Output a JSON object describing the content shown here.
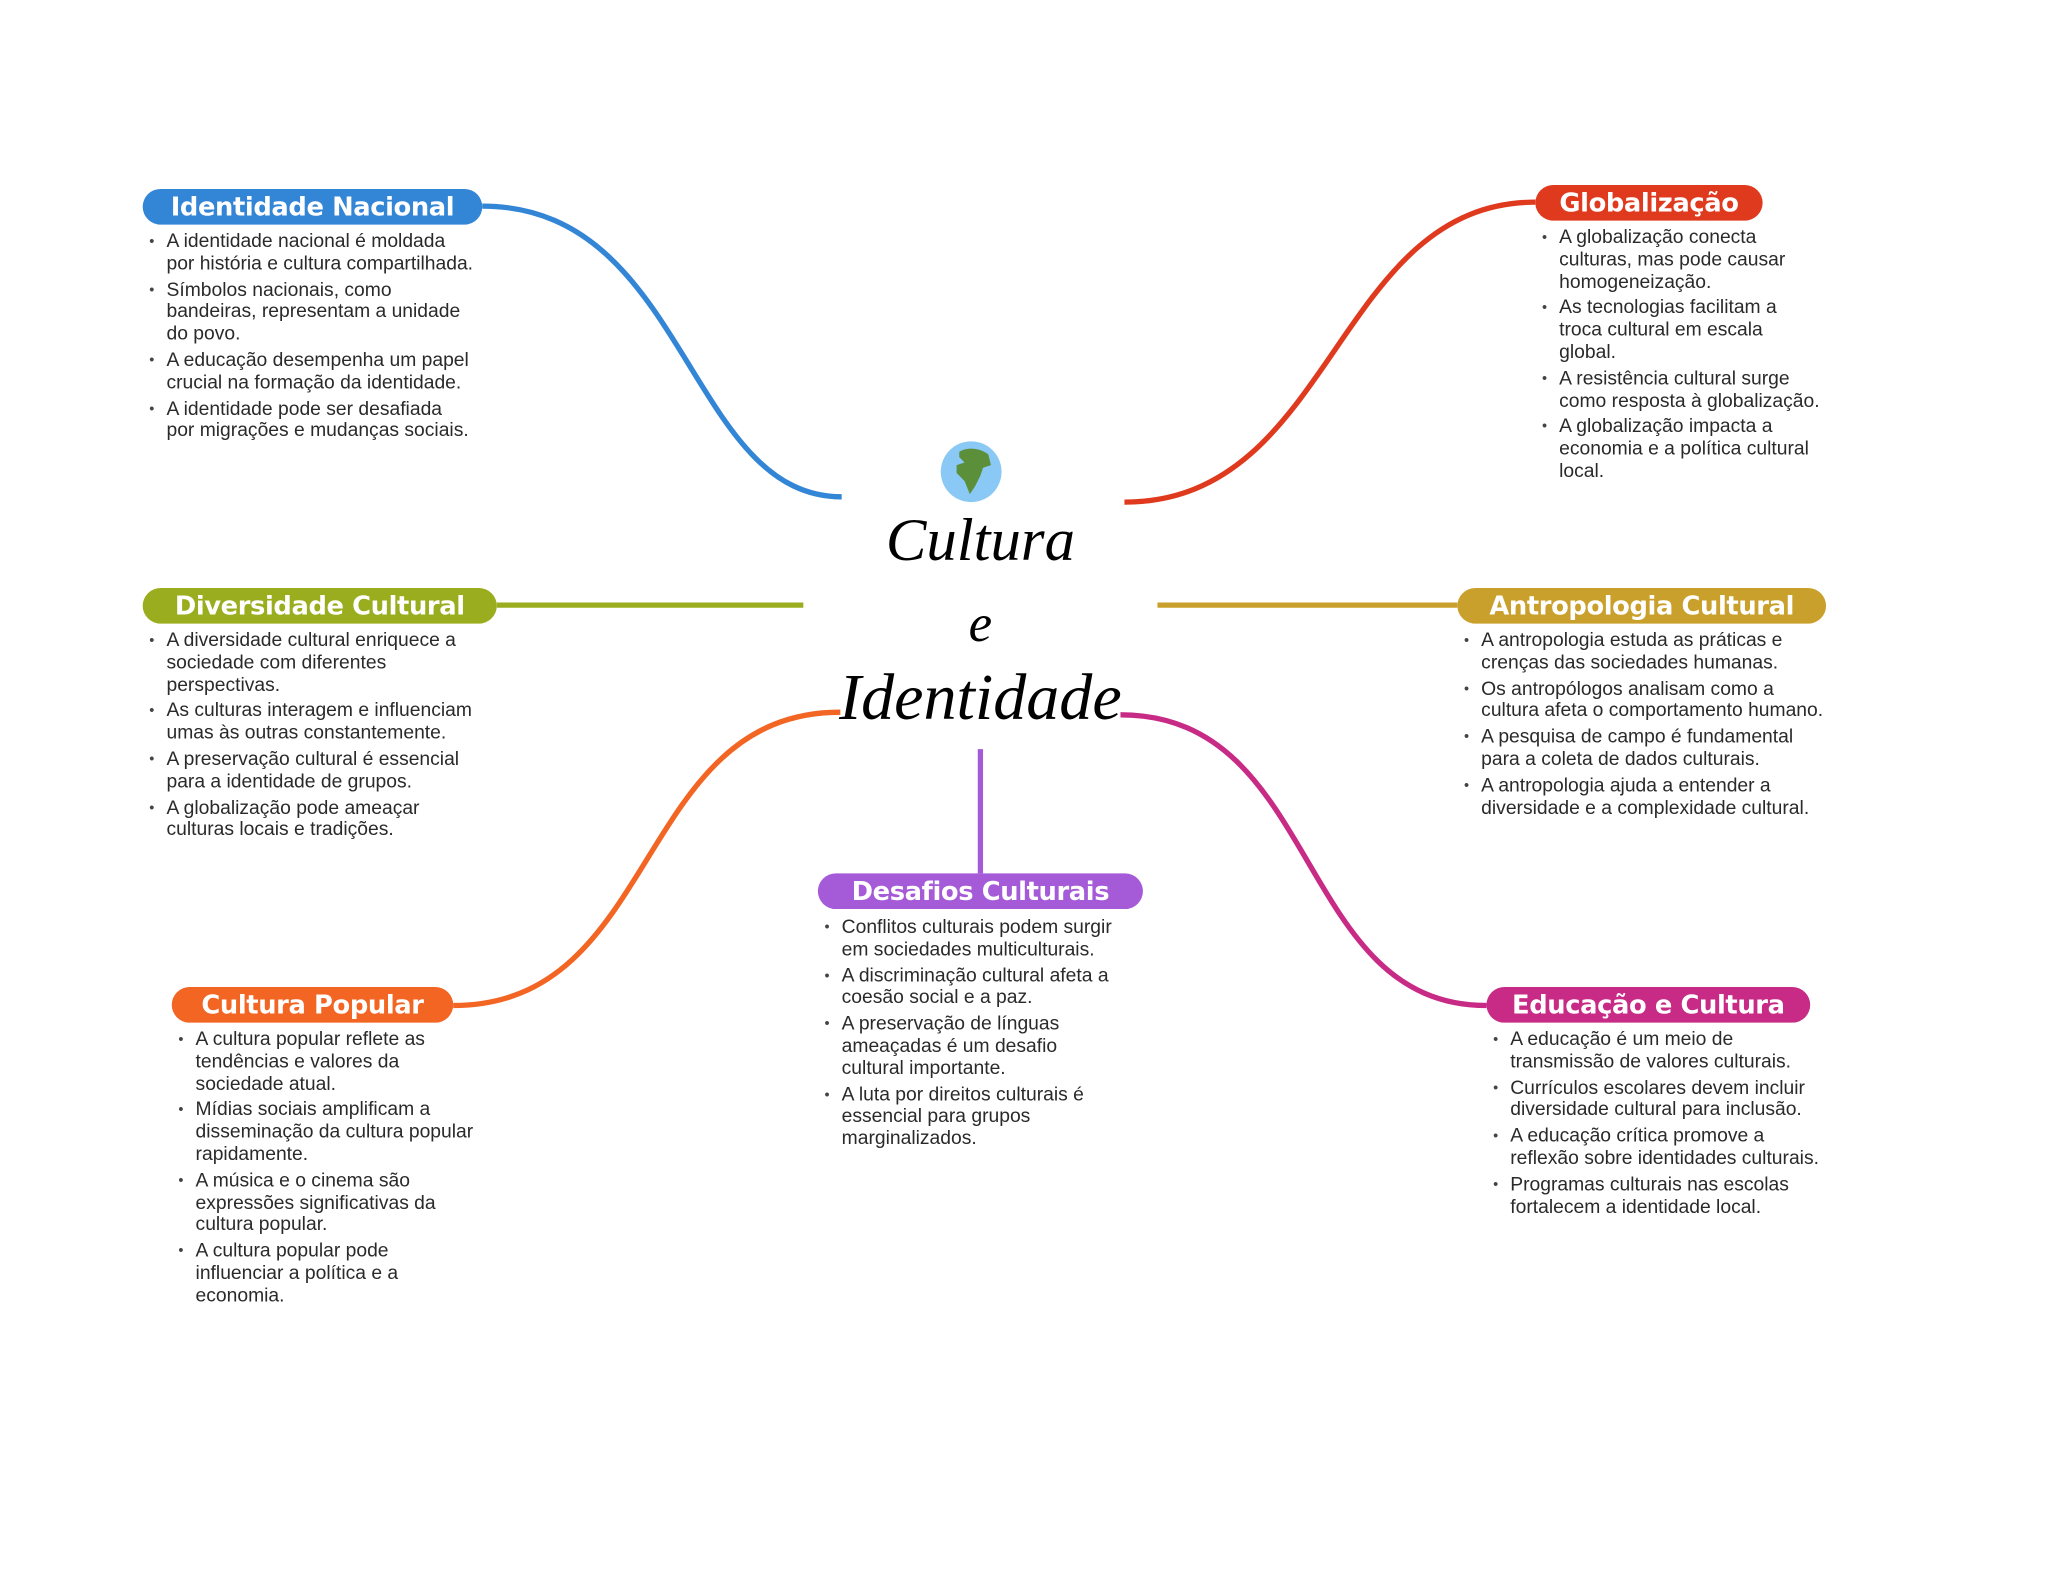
{
  "center": {
    "title_line1": "Cultura",
    "title_line2": "e",
    "title_line3": "Identidade",
    "icon": "globe-icon"
  },
  "branches": [
    {
      "title": "Identidade Nacional",
      "color": "#3385d6",
      "items": [
        "A identidade nacional é moldada por história e cultura compartilhada.",
        "Símbolos nacionais, como bandeiras, representam a unidade do povo.",
        "A educação desempenha um papel crucial na formação da identidade.",
        "A identidade pode ser desafiada por migrações e mudanças sociais."
      ]
    },
    {
      "title": "Globalização",
      "color": "#e03a1e",
      "items": [
        "A globalização conecta culturas, mas pode causar homogeneização.",
        "As tecnologias facilitam a troca cultural em escala global.",
        "A resistência cultural surge como resposta à globalização.",
        "A globalização impacta a economia e a política cultural local."
      ]
    },
    {
      "title": "Diversidade Cultural",
      "color": "#9aad1f",
      "items": [
        "A diversidade cultural enriquece a sociedade com diferentes perspectivas.",
        "As culturas interagem e influenciam umas às outras constantemente.",
        "A preservação cultural é essencial para a identidade de grupos.",
        "A globalização pode ameaçar culturas locais e tradições."
      ]
    },
    {
      "title": "Antropologia Cultural",
      "color": "#c9a02c",
      "items": [
        "A antropologia estuda as práticas e crenças das sociedades humanas.",
        "Os antropólogos analisam como a cultura afeta o comportamento humano.",
        "A pesquisa de campo é fundamental para a coleta de dados culturais.",
        "A antropologia ajuda a entender a diversidade e a complexidade cultural."
      ]
    },
    {
      "title": "Desafios Culturais",
      "color": "#a55ad8",
      "items": [
        "Conflitos culturais podem surgir em sociedades multiculturais.",
        "A discriminação cultural afeta a coesão social e a paz.",
        "A preservação de línguas ameaçadas é um desafio cultural importante.",
        "A luta por direitos culturais é essencial para grupos marginalizados."
      ]
    },
    {
      "title": "Cultura Popular",
      "color": "#f26522",
      "items": [
        "A cultura popular reflete as tendências e valores da sociedade atual.",
        "Mídias sociais amplificam a disseminação da cultura popular rapidamente.",
        "A música e o cinema são expressões significativas da cultura popular.",
        "A cultura popular pode influenciar a política e a economia."
      ]
    },
    {
      "title": "Educação e Cultura",
      "color": "#c82b86",
      "items": [
        "A educação é um meio de transmissão de valores culturais.",
        "Currículos escolares devem incluir diversidade cultural para inclusão.",
        "A educação crítica promove a reflexão sobre identidades culturais.",
        "Programas culturais nas escolas fortalecem a identidade local."
      ]
    }
  ]
}
